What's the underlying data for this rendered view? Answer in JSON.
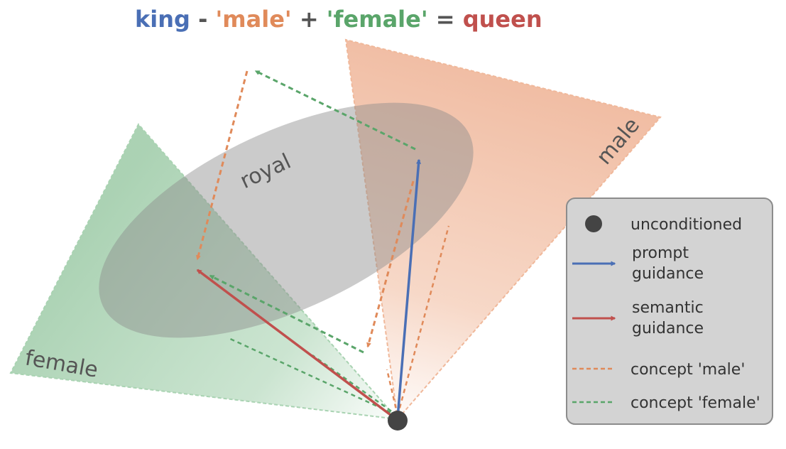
{
  "title": {
    "parts": [
      {
        "text": "king",
        "color": "#4a6fb5"
      },
      {
        "text": " - ",
        "color": "#555555"
      },
      {
        "text": "'male'",
        "color": "#e08a5a"
      },
      {
        "text": " + ",
        "color": "#555555"
      },
      {
        "text": "'female'",
        "color": "#5aa56a"
      },
      {
        "text": " = ",
        "color": "#555555"
      },
      {
        "text": "queen",
        "color": "#c0504d"
      }
    ]
  },
  "regions": {
    "male": "male",
    "female": "female",
    "royal": "royal"
  },
  "legend": {
    "unconditioned": "unconditioned",
    "prompt_line1": "prompt",
    "prompt_line2": "guidance",
    "semantic_line1": "semantic",
    "semantic_line2": "guidance",
    "concept_male": "concept 'male'",
    "concept_female": "concept 'female'"
  },
  "colors": {
    "prompt_guidance": "#4a6fb5",
    "semantic_guidance": "#c0504d",
    "concept_male": "#e08a5a",
    "concept_female": "#5aa56a",
    "royal_region": "#8c8c8c",
    "unconditioned_point": "#444444"
  }
}
